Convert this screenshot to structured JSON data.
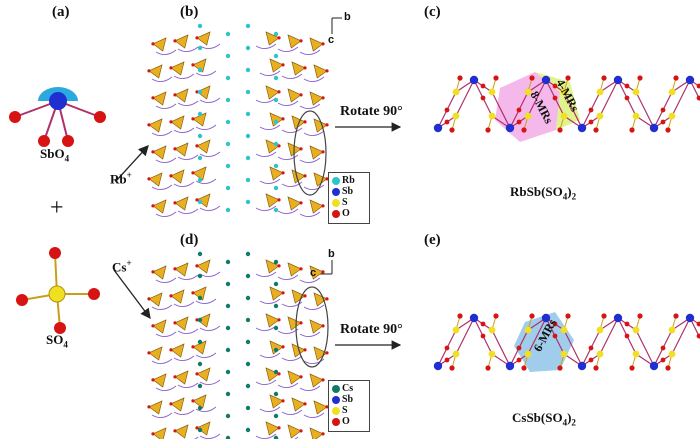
{
  "panels": {
    "a": "(a)",
    "b": "(b)",
    "c": "(c)",
    "d": "(d)",
    "e": "(e)"
  },
  "labels": {
    "sbo4_main": "SbO",
    "sbo4_sub": "4",
    "so4_main": "SO",
    "so4_sub": "4",
    "plus": "+",
    "rb_main": "Rb",
    "rb_sup": "+",
    "cs_main": "Cs",
    "cs_sup": "+",
    "rotate_top": "Rotate 90°",
    "rotate_bottom": "Rotate 90°",
    "rbsb_pre": "RbSb(SO",
    "rbsb_sub": "4",
    "rbsb_post": ")",
    "rbsb_sub2": "2",
    "cssb_pre": "CsSb(SO",
    "cssb_sub": "4",
    "cssb_post": ")",
    "cssb_sub2": "2",
    "ring8": "8-MRs",
    "ring4": "4-MRs",
    "ring6": "6-MRs",
    "axis_c": "c",
    "axis_b": "b"
  },
  "legend_top": [
    "Rb",
    "Sb",
    "S",
    "O"
  ],
  "legend_bottom": [
    "Cs",
    "Sb",
    "S",
    "O"
  ],
  "colors": {
    "rb": "#2ec4c9",
    "cs": "#0f7a68",
    "sb": "#1f2fd0",
    "s": "#f0e020",
    "o": "#d61414",
    "tetra": "#e8b020",
    "ring8": "#f3a6e6",
    "ring4": "#d8f070",
    "ring6": "#8fc4e8"
  }
}
